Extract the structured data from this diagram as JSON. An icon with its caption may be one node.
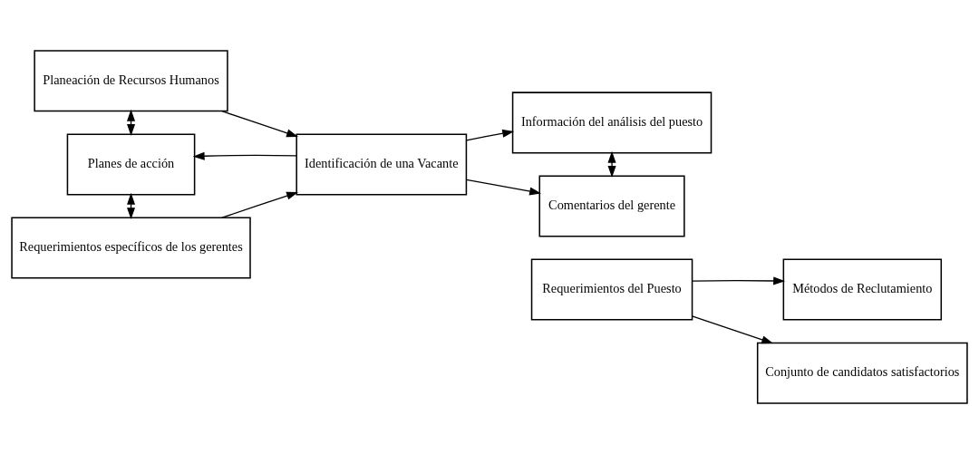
{
  "diagram": {
    "nodes": [
      {
        "text": [
          "Planeación de Recursos Humanos"
        ]
      },
      {
        "text": [
          "Planes de acción"
        ]
      },
      {
        "text": [
          "Requerimientos específicos de los gerentes"
        ]
      },
      {
        "text": [
          "Identificación de una Vacante"
        ]
      },
      {
        "text": [
          "Información del análisis del puesto"
        ]
      },
      {
        "text": [
          "Comentarios del gerente"
        ]
      },
      {
        "text": [
          "Requerimientos del Puesto"
        ]
      },
      {
        "text": [
          "Métodos de Reclutamiento"
        ]
      },
      {
        "text": [
          "Conjunto de candidatos satisfactorios"
        ]
      }
    ],
    "edges": [
      {
        "from": 0,
        "to": 3,
        "arrow": "to"
      },
      {
        "from": 0,
        "to": 1,
        "arrow": "both"
      },
      {
        "from": 1,
        "to": 2,
        "arrow": "both"
      },
      {
        "from": 3,
        "to": 1,
        "arrow": "to"
      },
      {
        "from": 2,
        "to": 3,
        "arrow": "to"
      },
      {
        "from": 3,
        "to": 4,
        "arrow": "to"
      },
      {
        "from": 3,
        "to": 5,
        "arrow": "to"
      },
      {
        "from": 4,
        "to": 5,
        "arrow": "both"
      },
      {
        "from": 6,
        "to": 7,
        "arrow": "to"
      },
      {
        "from": 6,
        "to": 8,
        "arrow": "to"
      }
    ]
  }
}
